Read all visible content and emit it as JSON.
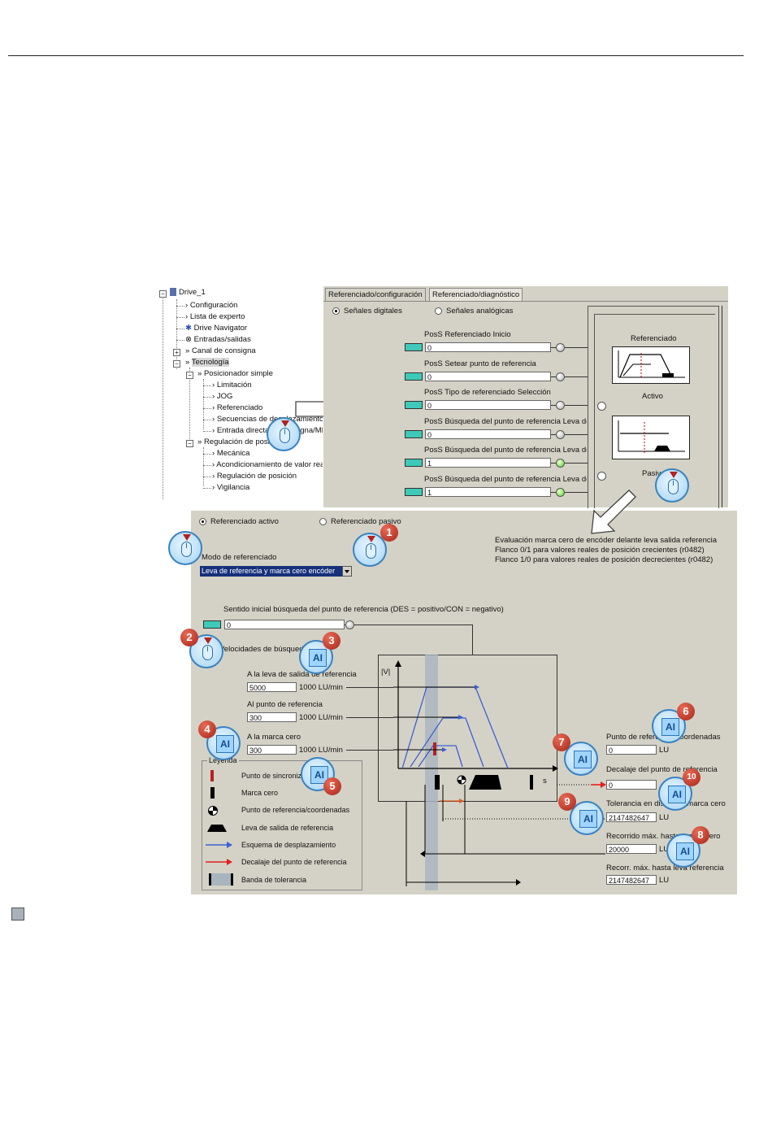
{
  "tree": {
    "root": "Drive_1",
    "items": [
      "Configuración",
      "Lista de experto",
      "Drive Navigator",
      "Entradas/salidas",
      "Canal de consigna",
      "Tecnología"
    ],
    "posicionador": "Posicionador simple",
    "pos_children": [
      "Limitación",
      "JOG",
      "Referenciado",
      "Secuencias de desplazamiento",
      "Entrada directa de consigna/MDI"
    ],
    "regulacion": "Regulación de posición",
    "reg_children": [
      "Mecánica",
      "Acondicionamiento de valor real",
      "Regulación de posición",
      "Vigilancia"
    ]
  },
  "tabs": [
    "Referenciado/configuración",
    "Referenciado/diagnóstico"
  ],
  "signals": {
    "digital": "Señales digitales",
    "analog": "Señales analógicas"
  },
  "rows": [
    {
      "label": "PosS Referenciado Inicio",
      "value": "0",
      "led": "off"
    },
    {
      "label": "PosS Setear punto de referencia",
      "value": "0",
      "led": "off"
    },
    {
      "label": "PosS Tipo de referenciado Selección",
      "value": "0",
      "led": "off"
    },
    {
      "label": "PosS Búsqueda del punto de referencia Leva de",
      "value": "0",
      "led": "off"
    },
    {
      "label": "PosS Búsqueda del punto de referencia Leva de",
      "value": "1",
      "led": "on"
    },
    {
      "label": "PosS Búsqueda del punto de referencia Leva de",
      "value": "1",
      "led": "on"
    }
  ],
  "mode_box": {
    "title": "Referenciado",
    "active": "Activo",
    "passive": "Pasivo"
  },
  "lower": {
    "radio_active": "Referenciado activo",
    "radio_passive": "Referenciado pasivo",
    "mode_label": "Modo de referenciado",
    "mode_value": "Leva de referencia y marca cero encóder",
    "info1": "Evaluación marca cero de encóder delante leva salida referencia",
    "info2": "Flanco 0/1 para valores reales de posición crecientes (r0482)",
    "info3": "Flanco 1/0 para valores reales de posición decrecientes (r0482)",
    "dir_label": "Sentido inicial búsqueda del punto de referencia (DES = positivo/CON = negativo)",
    "dir_value": "0",
    "vel_label": "Velocidades de búsqueda",
    "v1_label": "A la leva de salida de referencia",
    "v1_value": "5000",
    "v2_label": "Al punto de referencia",
    "v2_value": "300",
    "v3_label": "A la marca cero",
    "v3_value": "300",
    "v_unit": "1000 LU/min",
    "axis_v": "|V|",
    "axis_s": "s",
    "p1_label": "Punto de referencia coordenadas",
    "p1_value": "0",
    "p2_label": "Decalaje del punto de referencia",
    "p2_value": "0",
    "p3_label": "Tolerancia en distancia marca cero",
    "p3_value": "2147482647",
    "p4_label": "Recorrido máx. hasta marca cero",
    "p4_value": "20000",
    "p5_label": "Recorr. máx. hasta leva referencia",
    "p5_value": "2147482647",
    "lu": "LU"
  },
  "legend": {
    "title": "Leyenda",
    "items": [
      "Punto de sincronización",
      "Marca cero",
      "Punto de referencia/coordenadas",
      "Leva de salida de referencia",
      "Esquema de desplazamiento",
      "Decalaje del punto de referencia",
      "Banda de tolerancia"
    ]
  },
  "badges": [
    "1",
    "2",
    "3",
    "4",
    "5",
    "6",
    "7",
    "8",
    "9",
    "10"
  ],
  "ai_text": "AI",
  "colors": {
    "panel": "#d4d2c6",
    "connector": "#3ec9b8",
    "badge": "#b8301f",
    "bubble_border": "#3a82c0",
    "led_on": "#4fd42a",
    "blue_path": "#3c5fd4",
    "red_arrow": "#e02020"
  }
}
